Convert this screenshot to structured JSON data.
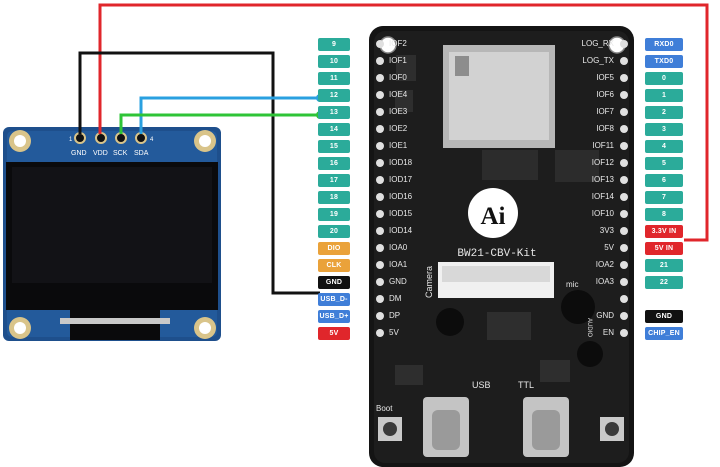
{
  "board": {
    "name": "BW21-CBV-Kit",
    "logo": "Ai",
    "labels": {
      "camera": "Camera",
      "mic": "mic",
      "usb": "USB",
      "ttl": "TTL",
      "boot": "Boot",
      "audio": "AUDIO"
    }
  },
  "oled": {
    "pins": [
      {
        "name": "GND",
        "color": "#111111"
      },
      {
        "name": "VDD",
        "color": "#e0262b"
      },
      {
        "name": "SCK",
        "color": "#2ec437"
      },
      {
        "name": "SDA",
        "color": "#2aa0e0"
      }
    ],
    "pin_numbers": {
      "first": "1",
      "last": "4"
    }
  },
  "left_pins": [
    {
      "badge": "9",
      "style": "teal",
      "name": "IOF2"
    },
    {
      "badge": "10",
      "style": "teal",
      "name": "IOF1"
    },
    {
      "badge": "11",
      "style": "teal",
      "name": "IOF0"
    },
    {
      "badge": "12",
      "style": "teal",
      "name": "IOE4"
    },
    {
      "badge": "13",
      "style": "teal",
      "name": "IOE3"
    },
    {
      "badge": "14",
      "style": "teal",
      "name": "IOE2"
    },
    {
      "badge": "15",
      "style": "teal",
      "name": "IOE1"
    },
    {
      "badge": "16",
      "style": "teal",
      "name": "IOD18"
    },
    {
      "badge": "17",
      "style": "teal",
      "name": "IOD17"
    },
    {
      "badge": "18",
      "style": "teal",
      "name": "IOD16"
    },
    {
      "badge": "19",
      "style": "teal",
      "name": "IOD15"
    },
    {
      "badge": "20",
      "style": "teal",
      "name": "IOD14"
    },
    {
      "badge": "DIO",
      "style": "orange",
      "name": "IOA0"
    },
    {
      "badge": "CLK",
      "style": "orange",
      "name": "IOA1"
    },
    {
      "badge": "GND",
      "style": "black",
      "name": "GND"
    },
    {
      "badge": "USB_D-",
      "style": "blue",
      "name": "DM"
    },
    {
      "badge": "USB_D+",
      "style": "blue",
      "name": "DP"
    },
    {
      "badge": "5V",
      "style": "red",
      "name": "5V"
    }
  ],
  "right_pins": [
    {
      "badge": "RXD0",
      "style": "blue",
      "name": "LOG_RX"
    },
    {
      "badge": "TXD0",
      "style": "blue",
      "name": "LOG_TX"
    },
    {
      "badge": "0",
      "style": "teal",
      "name": "IOF5"
    },
    {
      "badge": "1",
      "style": "teal",
      "name": "IOF6"
    },
    {
      "badge": "2",
      "style": "teal",
      "name": "IOF7"
    },
    {
      "badge": "3",
      "style": "teal",
      "name": "IOF8"
    },
    {
      "badge": "4",
      "style": "teal",
      "name": "IOF11"
    },
    {
      "badge": "5",
      "style": "teal",
      "name": "IOF12"
    },
    {
      "badge": "6",
      "style": "teal",
      "name": "IOF13"
    },
    {
      "badge": "7",
      "style": "teal",
      "name": "IOF14"
    },
    {
      "badge": "8",
      "style": "teal",
      "name": "IOF10"
    },
    {
      "badge": "3.3V IN",
      "style": "red",
      "name": "3V3"
    },
    {
      "badge": "5V IN",
      "style": "red",
      "name": "5V"
    },
    {
      "badge": "21",
      "style": "teal",
      "name": "IOA2"
    },
    {
      "badge": "22",
      "style": "teal",
      "name": "IOA3"
    },
    {
      "badge": "",
      "style": "none",
      "name": ""
    },
    {
      "badge": "GND",
      "style": "black",
      "name": "GND"
    },
    {
      "badge": "CHIP_EN",
      "style": "blue",
      "name": "EN"
    }
  ],
  "wires": [
    {
      "from": "GND",
      "to": "GND",
      "color": "#111111"
    },
    {
      "from": "VDD",
      "to": "3.3V IN",
      "color": "#e0262b"
    },
    {
      "from": "SCK",
      "to": "13",
      "color": "#2ec437"
    },
    {
      "from": "SDA",
      "to": "12",
      "color": "#2aa0e0"
    }
  ]
}
